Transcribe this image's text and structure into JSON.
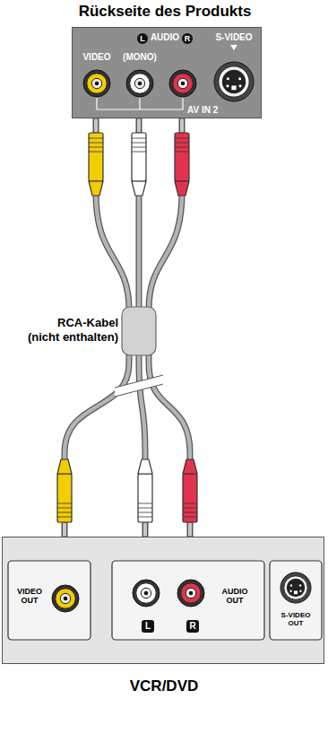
{
  "diagram": {
    "nodes": [
      {
        "text": [
          "Rückseite des Produkts",
          "VIDEO",
          "(MONO)",
          "L",
          "AUDIO",
          "R",
          "S-VIDEO",
          "AV IN 2"
        ]
      },
      {
        "text": [
          "VIDEO OUT",
          "L",
          "R",
          "AUDIO OUT",
          "S-VIDEO OUT",
          "VCR/DVD"
        ]
      }
    ],
    "edges": [
      {
        "from": 0,
        "to": 1,
        "arrow": "none"
      },
      {
        "from": 0,
        "to": 1,
        "arrow": "none"
      },
      {
        "from": 0,
        "to": 1,
        "arrow": "none"
      }
    ],
    "labels": [
      "RCA-Kabel (nicht enthalten)"
    ]
  }
}
